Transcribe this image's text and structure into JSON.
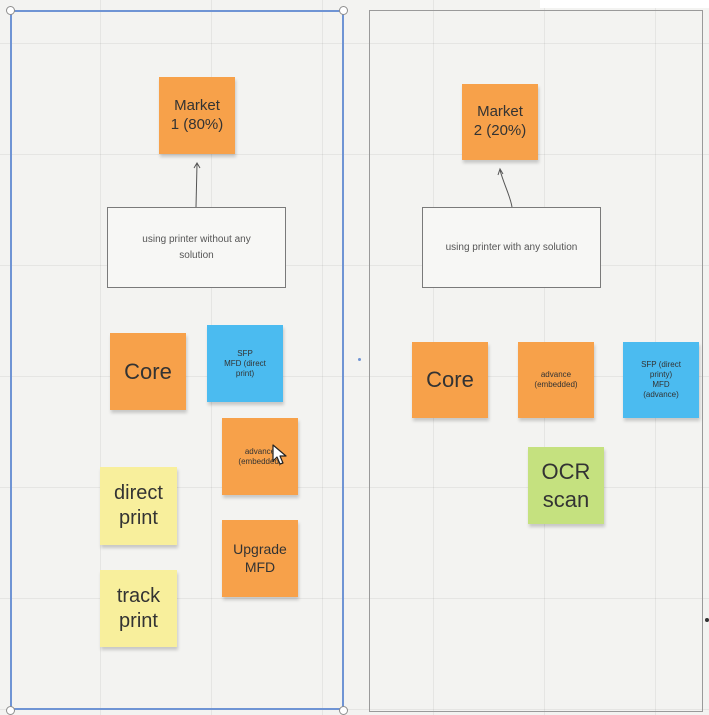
{
  "frames": {
    "left": {
      "market_label": "Market\n1 (80%)",
      "box_text": "using printer without any solution",
      "notes": {
        "core": "Core",
        "sfp": "SFP\nMFD (direct\nprint)",
        "advance": "advance\n(embedded)",
        "direct_print": "direct\nprint",
        "upgrade": "Upgrade\nMFD",
        "track_print": "track\nprint"
      }
    },
    "right": {
      "market_label": "Market\n2 (20%)",
      "box_text": "using printer with any solution",
      "notes": {
        "core": "Core",
        "advance": "advance\n(embedded)",
        "sfp": "SFP (direct\nprinty)\nMFD\n(advance)",
        "ocr": "OCR\nscan"
      }
    }
  },
  "colors": {
    "orange": "#f7a14a",
    "blue": "#4bbbf0",
    "yellow": "#f8ef9c",
    "green": "#c5e17f",
    "selection": "#6f94d4"
  }
}
